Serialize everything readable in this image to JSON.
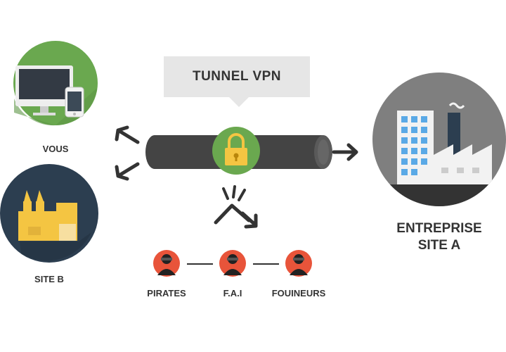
{
  "callout": {
    "text": "TUNNEL VPN"
  },
  "nodes": {
    "vous": {
      "label": "VOUS"
    },
    "site_b": {
      "label": "SITE B"
    },
    "entreprise": {
      "line1": "ENTREPRISE",
      "line2": "SITE A"
    }
  },
  "threats": [
    {
      "label": "PIRATES"
    },
    {
      "label": "F.A.I"
    },
    {
      "label": "FOUINEURS"
    }
  ],
  "colors": {
    "green": "#6aa84f",
    "navy": "#2c3e50",
    "gray_circle": "#7f7f7f",
    "tube": "#444444",
    "lock_body": "#f4c542",
    "threat_red": "#e8543a",
    "text": "#333333"
  }
}
